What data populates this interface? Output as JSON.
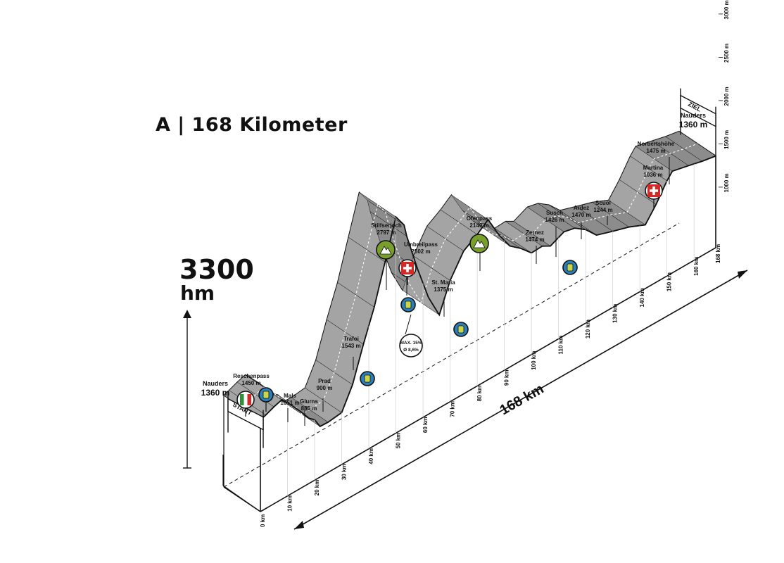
{
  "title": "A | 168 Kilometer",
  "elevation_gain": {
    "value": "3300",
    "unit": "hm"
  },
  "total_distance": "168 km",
  "start_banner": "START",
  "finish_banner": "ZIEL",
  "gradient_badge": {
    "max": "MAX. 15%",
    "avg": "Ø 8,6%"
  },
  "distance_ticks": [
    "0 km",
    "10 km",
    "20 km",
    "30 km",
    "40 km",
    "50 km",
    "60 km",
    "70 km",
    "80 km",
    "90 km",
    "100 km",
    "110 km",
    "120 km",
    "130 km",
    "140 km",
    "150 km",
    "160 km",
    "168 km"
  ],
  "altitude_ticks": [
    "1000 m",
    "1500 m",
    "2000 m",
    "2500 m",
    "3000 m"
  ],
  "waypoints": [
    {
      "name": "Nauders",
      "elevation": "1360 m",
      "km": 0
    },
    {
      "name": "Reschenpass",
      "elevation": "1450 m",
      "km": 8
    },
    {
      "name": "Mals",
      "elevation": "1051 m",
      "km": 18
    },
    {
      "name": "Glurns",
      "elevation": "885 m",
      "km": 22
    },
    {
      "name": "Prad",
      "elevation": "900 m",
      "km": 30
    },
    {
      "name": "Trafoi",
      "elevation": "1543 m",
      "km": 38
    },
    {
      "name": "Stilfserjoch",
      "elevation": "2797 m",
      "km": 50
    },
    {
      "name": "Umbreilpass",
      "elevation": "2502 m",
      "km": 54
    },
    {
      "name": "St. Maria",
      "elevation": "1375 m",
      "km": 66
    },
    {
      "name": "Ofenpass",
      "elevation": "2149 m",
      "km": 84
    },
    {
      "name": "Zernez",
      "elevation": "1474 m",
      "km": 100
    },
    {
      "name": "Susch",
      "elevation": "1426 m",
      "km": 107
    },
    {
      "name": "Ardez",
      "elevation": "1470 m",
      "km": 116
    },
    {
      "name": "Scuol",
      "elevation": "1244 m",
      "km": 124
    },
    {
      "name": "Martina",
      "elevation": "1036 m",
      "km": 142
    },
    {
      "name": "Norbertshöhe",
      "elevation": "1475 m",
      "km": 152
    },
    {
      "name": "Nauders",
      "elevation": "1360 m",
      "km": 168
    }
  ],
  "markers": [
    {
      "type": "italy-flag-icon",
      "place": "Reschenpass"
    },
    {
      "type": "timing-point-icon",
      "place": "Reschenpass"
    },
    {
      "type": "timing-point-icon",
      "place": "Trafoi"
    },
    {
      "type": "mountain-icon",
      "place": "Stilfserjoch"
    },
    {
      "type": "swiss-flag-icon",
      "place": "Umbreilpass"
    },
    {
      "type": "timing-point-icon",
      "place": "Umbreilpass"
    },
    {
      "type": "timing-point-icon",
      "place": "St. Maria"
    },
    {
      "type": "mountain-icon",
      "place": "Ofenpass"
    },
    {
      "type": "timing-point-icon",
      "place": "Ardez"
    },
    {
      "type": "swiss-flag-icon",
      "place": "Martina"
    }
  ],
  "colors": {
    "ink": "#111111",
    "profile_fill": "#9a9a9a",
    "profile_top": "#b5b5b5",
    "italy_green": "#2f8f3a",
    "italy_red": "#d42a27",
    "swiss_red": "#d42a27",
    "timing_blue": "#2a7fb8",
    "timing_green": "#c9d64a",
    "mountain_green": "#7aa02c"
  }
}
